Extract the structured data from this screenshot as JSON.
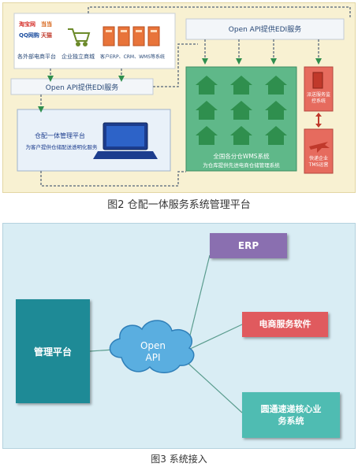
{
  "fig2": {
    "caption": "图2   仓配一体服务系统管理平台",
    "platform_labels": [
      "各外部电商平台",
      "企业独立商城"
    ],
    "logos": [
      "淘宝网",
      "当当",
      "QQ网购",
      "天猫"
    ],
    "erp_label": "客户ERP、CRM、WMS等系统",
    "top_api": "Open API提供EDI服务",
    "left_api": "Open API提供EDI服务",
    "mgmt_title": "仓配一体管理平台",
    "mgmt_sub": "为客户提供仓储配送透明化服务",
    "wms_title": "全国各分仓WMS系统",
    "wms_sub": "为仓库提供先进电商仓储管理系统",
    "dispatch_label": "派送服务监控系统",
    "tms_label": "快递企业TMS运营"
  },
  "fig3": {
    "caption": "图3   系统接入",
    "mgmt": "管理平台",
    "cloud_line1": "Open",
    "cloud_line2": "API",
    "erp": "ERP",
    "ecom": "电商服务软件",
    "yto_line1": "圆通速递核心业",
    "yto_line2": "务系统"
  },
  "colors": {
    "fig2_bg": "#f8f1d2",
    "fig3_bg": "#d9edf4",
    "mgmt_box": "#1e8a96",
    "erp_box": "#8a6fb0",
    "ecom_box": "#e05a5e",
    "yto_box": "#4fbcb2",
    "cloud": "#5aaee0",
    "wms_bg": "#5fb889",
    "house": "#2f8f4e",
    "dispatch_bg": "#e66b5e"
  }
}
